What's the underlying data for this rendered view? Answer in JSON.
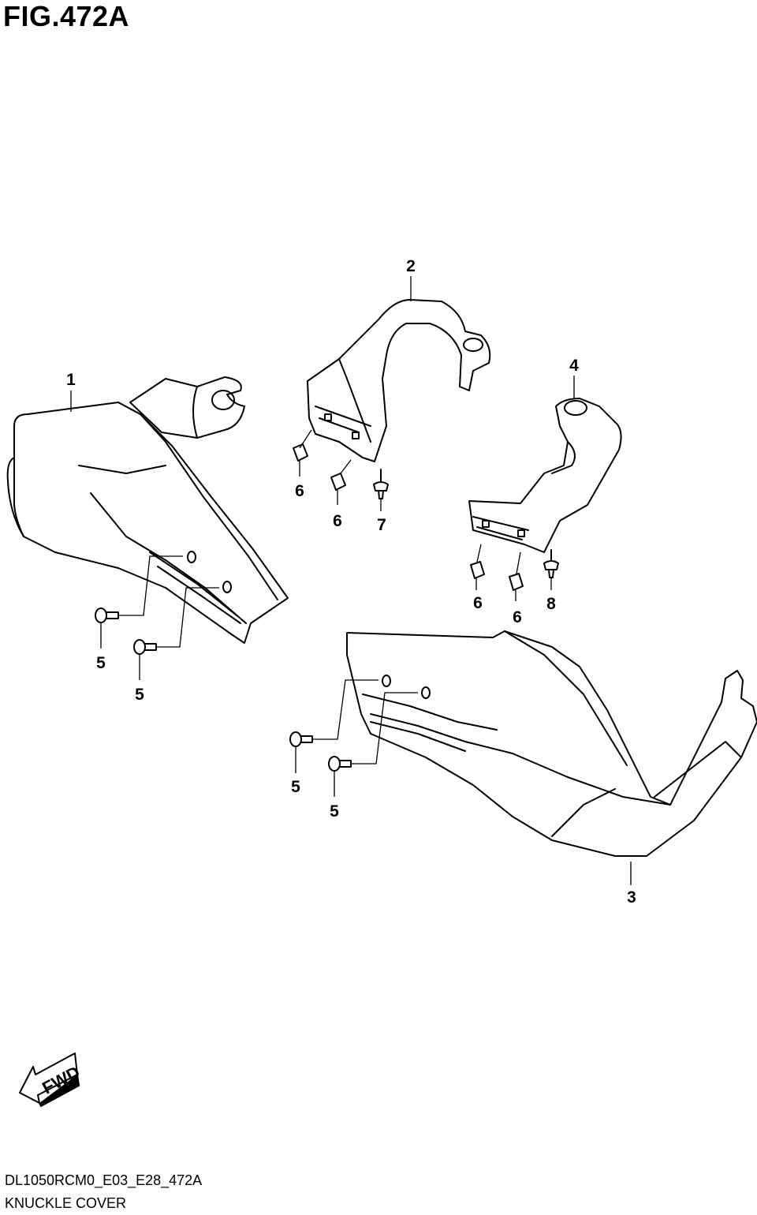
{
  "figure": {
    "title": "FIG.472A",
    "code": "DL1050RCM0_E03_E28_472A",
    "name": "KNUCKLE COVER"
  },
  "callouts": {
    "c1": "1",
    "c2": "2",
    "c3": "3",
    "c4": "4",
    "c5": "5",
    "c6": "6",
    "c7": "7",
    "c8": "8"
  },
  "fwd_label": "FWD",
  "icons": [
    "fwd-arrow-icon"
  ]
}
